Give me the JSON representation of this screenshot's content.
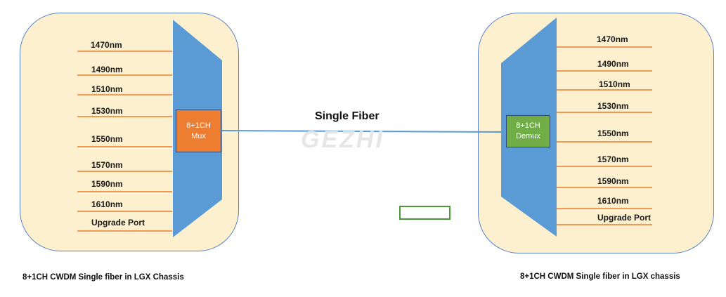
{
  "left": {
    "wavelengths": [
      "1470nm",
      "1490nm",
      "1510nm",
      "1530nm",
      "1550nm",
      "1570nm",
      "1590nm",
      "1610nm"
    ],
    "upgrade_port": "Upgrade Port",
    "box_line1": "8+1CH",
    "box_line2": "Mux",
    "caption": "8+1CH CWDM Single fiber in LGX Chassis"
  },
  "right": {
    "wavelengths": [
      "1470nm",
      "1490nm",
      "1510nm",
      "1530nm",
      "1550nm",
      "1570nm",
      "1590nm",
      "1610nm"
    ],
    "upgrade_port": "Upgrade Port",
    "box_line1": "8+1CH",
    "box_line2": "Demux",
    "caption": "8+1CH CWDM Single fiber in LGX chassis"
  },
  "fiber_label": "Single Fiber",
  "watermark": "GEZHI",
  "colors": {
    "panel_fill": "#fdf0cf",
    "panel_border": "#5b82c4",
    "trapezoid": "#5b9bd5",
    "line": "#ed7d31",
    "mux": "#ed7d31",
    "demux": "#70ad47",
    "fiber": "#5b9bd5"
  }
}
